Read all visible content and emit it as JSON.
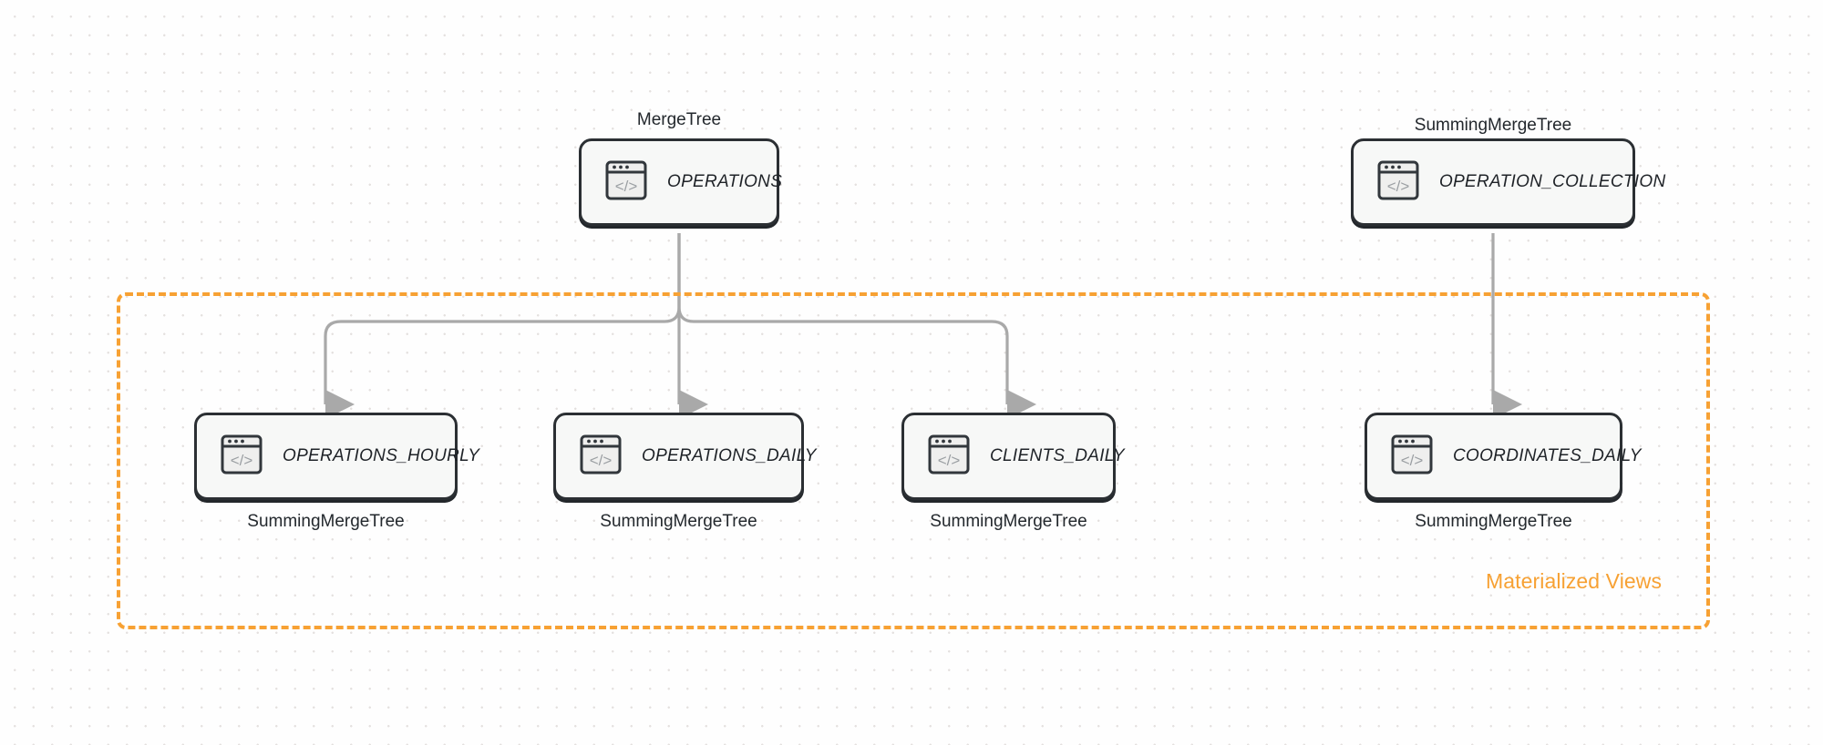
{
  "diagram": {
    "title": "ClickHouse table / materialized view lineage",
    "accent_color": "#f7a133",
    "node_border_color": "#2b2f33",
    "node_fill_color": "#f7f8f7",
    "wire_color": "#a9a9a9",
    "background_color": "#fefefe",
    "dot_grid_color": "#e4e0de"
  },
  "group": {
    "label": "Materialized Views",
    "border_style": "dashed",
    "color": "#f7a133"
  },
  "sources": [
    {
      "id": "operations",
      "name": "OPERATIONS",
      "engine": "MergeTree",
      "engine_position": "above",
      "icon": "code-window-icon"
    },
    {
      "id": "operation_collection",
      "name": "OPERATION_COLLECTION",
      "engine": "SummingMergeTree",
      "engine_position": "above",
      "icon": "code-window-icon"
    }
  ],
  "views": [
    {
      "id": "operations_hourly",
      "name": "OPERATIONS_HOURLY",
      "engine": "SummingMergeTree",
      "engine_position": "below",
      "icon": "code-window-icon",
      "parent": "OPERATIONS"
    },
    {
      "id": "operations_daily",
      "name": "OPERATIONS_DAILY",
      "engine": "SummingMergeTree",
      "engine_position": "below",
      "icon": "code-window-icon",
      "parent": "OPERATIONS"
    },
    {
      "id": "clients_daily",
      "name": "CLIENTS_DAILY",
      "engine": "SummingMergeTree",
      "engine_position": "below",
      "icon": "code-window-icon",
      "parent": "OPERATIONS"
    },
    {
      "id": "coordinates_daily",
      "name": "COORDINATES_DAILY",
      "engine": "SummingMergeTree",
      "engine_position": "below",
      "icon": "code-window-icon",
      "parent": "OPERATION_COLLECTION"
    }
  ],
  "edges": [
    {
      "from": "OPERATIONS",
      "to": "OPERATIONS_HOURLY",
      "arrow": "down"
    },
    {
      "from": "OPERATIONS",
      "to": "OPERATIONS_DAILY",
      "arrow": "down"
    },
    {
      "from": "OPERATIONS",
      "to": "CLIENTS_DAILY",
      "arrow": "down"
    },
    {
      "from": "OPERATION_COLLECTION",
      "to": "COORDINATES_DAILY",
      "arrow": "down"
    }
  ]
}
